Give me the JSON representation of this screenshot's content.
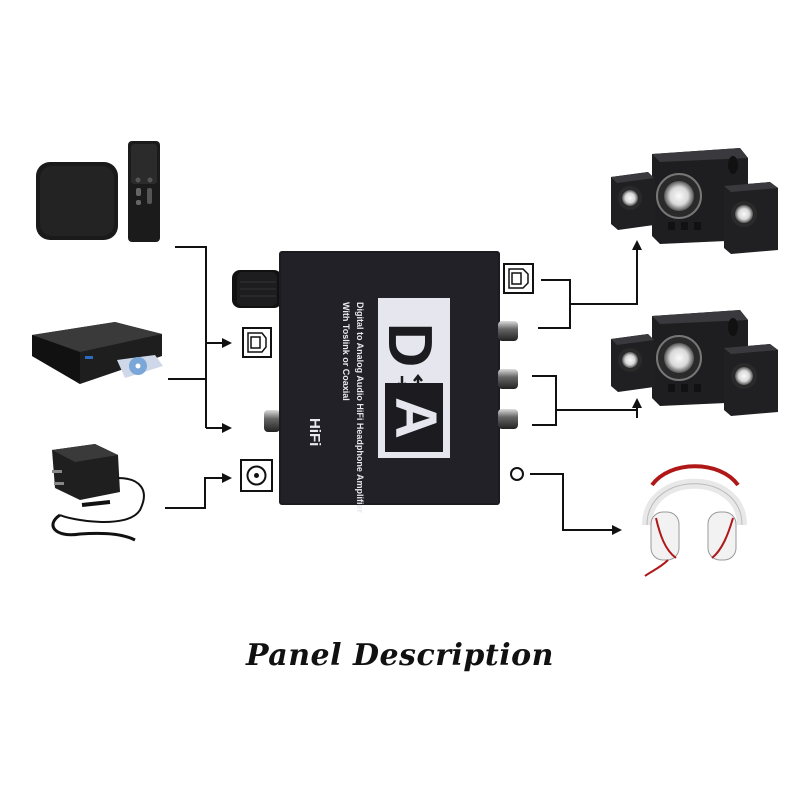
{
  "title": "Panel Description",
  "device": {
    "logo_top": "D",
    "logo_bottom": "A",
    "line1": "Digital to Analog Audio HiFi Headphone Amplifier",
    "line2": "With Toslink or Coaxial",
    "badge": "HiFi",
    "body_color": "#1c1b20",
    "logo_panel_color": "#e6e6ee"
  },
  "inputs": [
    {
      "name": "Set-top box with remote",
      "icon": "tv-box-icon",
      "port": "optical-input"
    },
    {
      "name": "DVD player",
      "icon": "dvd-player-icon",
      "port": "coaxial-input"
    },
    {
      "name": "Power adapter",
      "icon": "power-adapter-icon",
      "port": "dc-power-input"
    }
  ],
  "outputs": [
    {
      "name": "Speaker system (optical/coaxial out)",
      "icon": "speaker-set-icon",
      "port": "optical-output"
    },
    {
      "name": "Speaker system (RCA L/R out)",
      "icon": "speaker-set-icon",
      "port": "rca-output"
    },
    {
      "name": "Headphones",
      "icon": "headphones-icon",
      "port": "headphone-jack",
      "accent": "#b01818"
    }
  ]
}
